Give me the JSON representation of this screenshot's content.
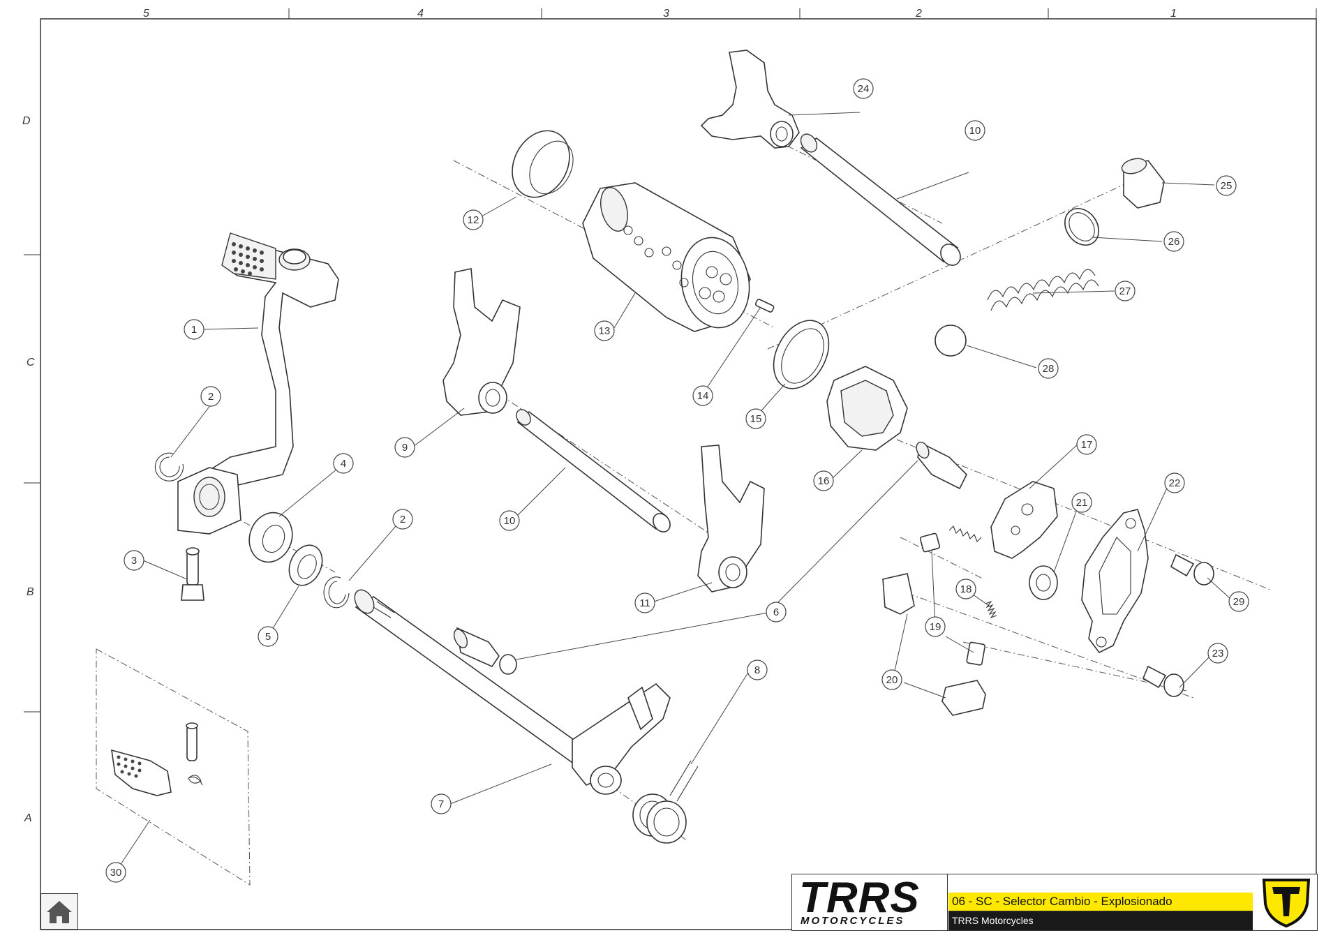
{
  "zones": {
    "columns": [
      "5",
      "4",
      "3",
      "2",
      "1"
    ],
    "rows": [
      "D",
      "C",
      "B",
      "A"
    ]
  },
  "callouts": [
    "1",
    "2",
    "3",
    "4",
    "5",
    "2",
    "6",
    "7",
    "8",
    "9",
    "10",
    "11",
    "12",
    "13",
    "14",
    "15",
    "16",
    "10",
    "17",
    "18",
    "19",
    "20",
    "21",
    "22",
    "23",
    "24",
    "25",
    "26",
    "27",
    "28",
    "29",
    "30"
  ],
  "title_block": {
    "logo_text": "TRRS",
    "logo_subtitle": "MOTORCYCLES",
    "drawing_title": "06 - SC - Selector Cambio - Explosionado",
    "company": "TRRS Motorcycles"
  },
  "colors": {
    "accent_yellow": "#ffe800",
    "title_dark": "#1a1a1a",
    "line": "#333333"
  },
  "icons": {
    "home": "home-icon",
    "emblem": "trrs-shield-icon"
  }
}
